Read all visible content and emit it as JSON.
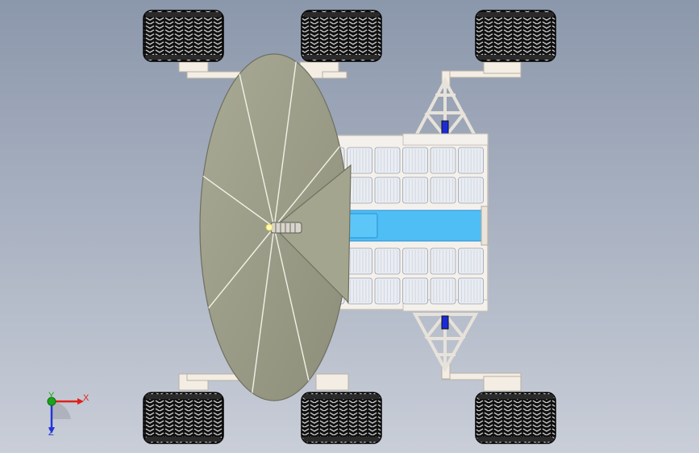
{
  "viewport": {
    "background_top": "#8b97ab",
    "background_bottom": "#c9ced8"
  },
  "model": {
    "wheel_count": 6,
    "solar_panel_rows": 4,
    "solar_panel_columns": 6,
    "dish_petals": 8,
    "colors": {
      "tire": "#141414",
      "tire_tread": "#e8e8e8",
      "chassis": "#f4f1ec",
      "solar_cell": "#e9edf3",
      "blue_strip": "#4fbef5",
      "dish": "#9a9b86",
      "dish_edge": "#6f705f",
      "motor": "#1b2bd6"
    }
  },
  "triad": {
    "x_label": "X",
    "y_label": "Y",
    "z_label": "Z",
    "x_color": "#e0201a",
    "y_color": "#1ca41c",
    "z_color": "#2236d8"
  }
}
